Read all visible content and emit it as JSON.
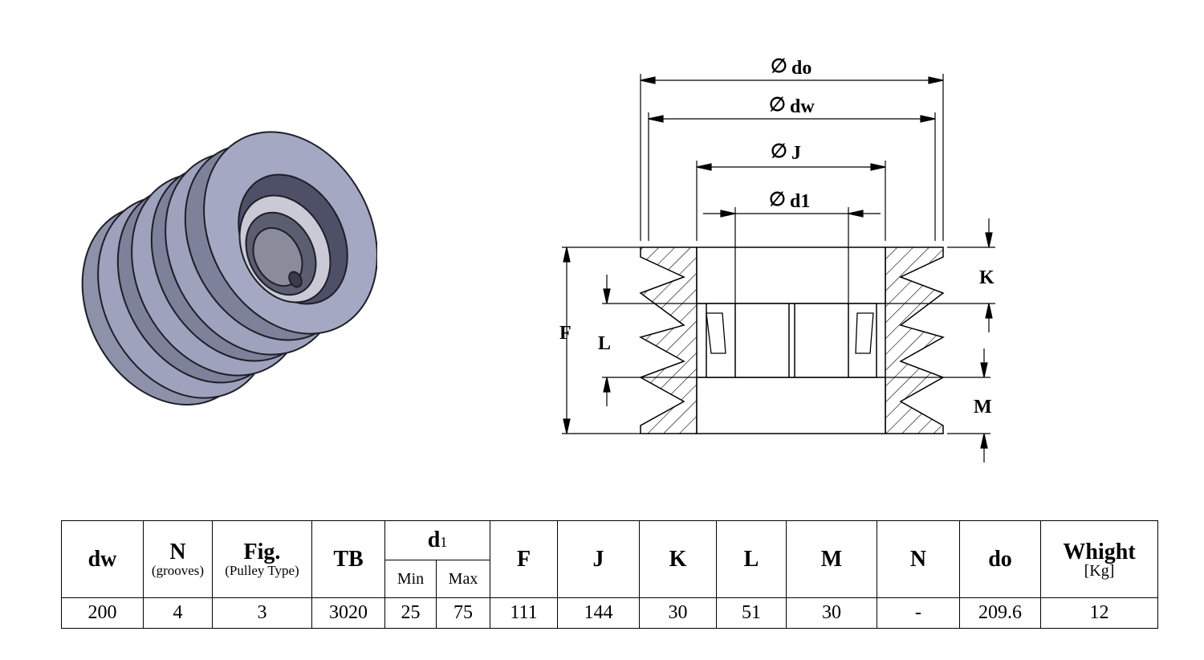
{
  "drawing": {
    "labels": {
      "do": "do",
      "dw": "dw",
      "J": "J",
      "d1": "d1",
      "F": "F",
      "L": "L",
      "K": "K",
      "M": "M"
    },
    "diameter_symbol": "∅"
  },
  "table": {
    "headers": {
      "dw": "dw",
      "N": "N",
      "N_sub": "(grooves)",
      "fig": "Fig.",
      "fig_sub": "(Pulley Type)",
      "tb": "TB",
      "d1": "d",
      "d1_index": "1",
      "d1_min": "Min",
      "d1_max": "Max",
      "F": "F",
      "J": "J",
      "K": "K",
      "L": "L",
      "M": "M",
      "N2": "N",
      "do": "do",
      "weight": "Whight",
      "weight_unit": "[Kg]"
    },
    "row": {
      "dw": "200",
      "N": "4",
      "fig": "3",
      "tb": "3020",
      "d1_min": "25",
      "d1_max": "75",
      "F": "111",
      "J": "144",
      "K": "30",
      "L": "51",
      "M": "30",
      "N2": "-",
      "do": "209.6",
      "weight": "12"
    }
  }
}
